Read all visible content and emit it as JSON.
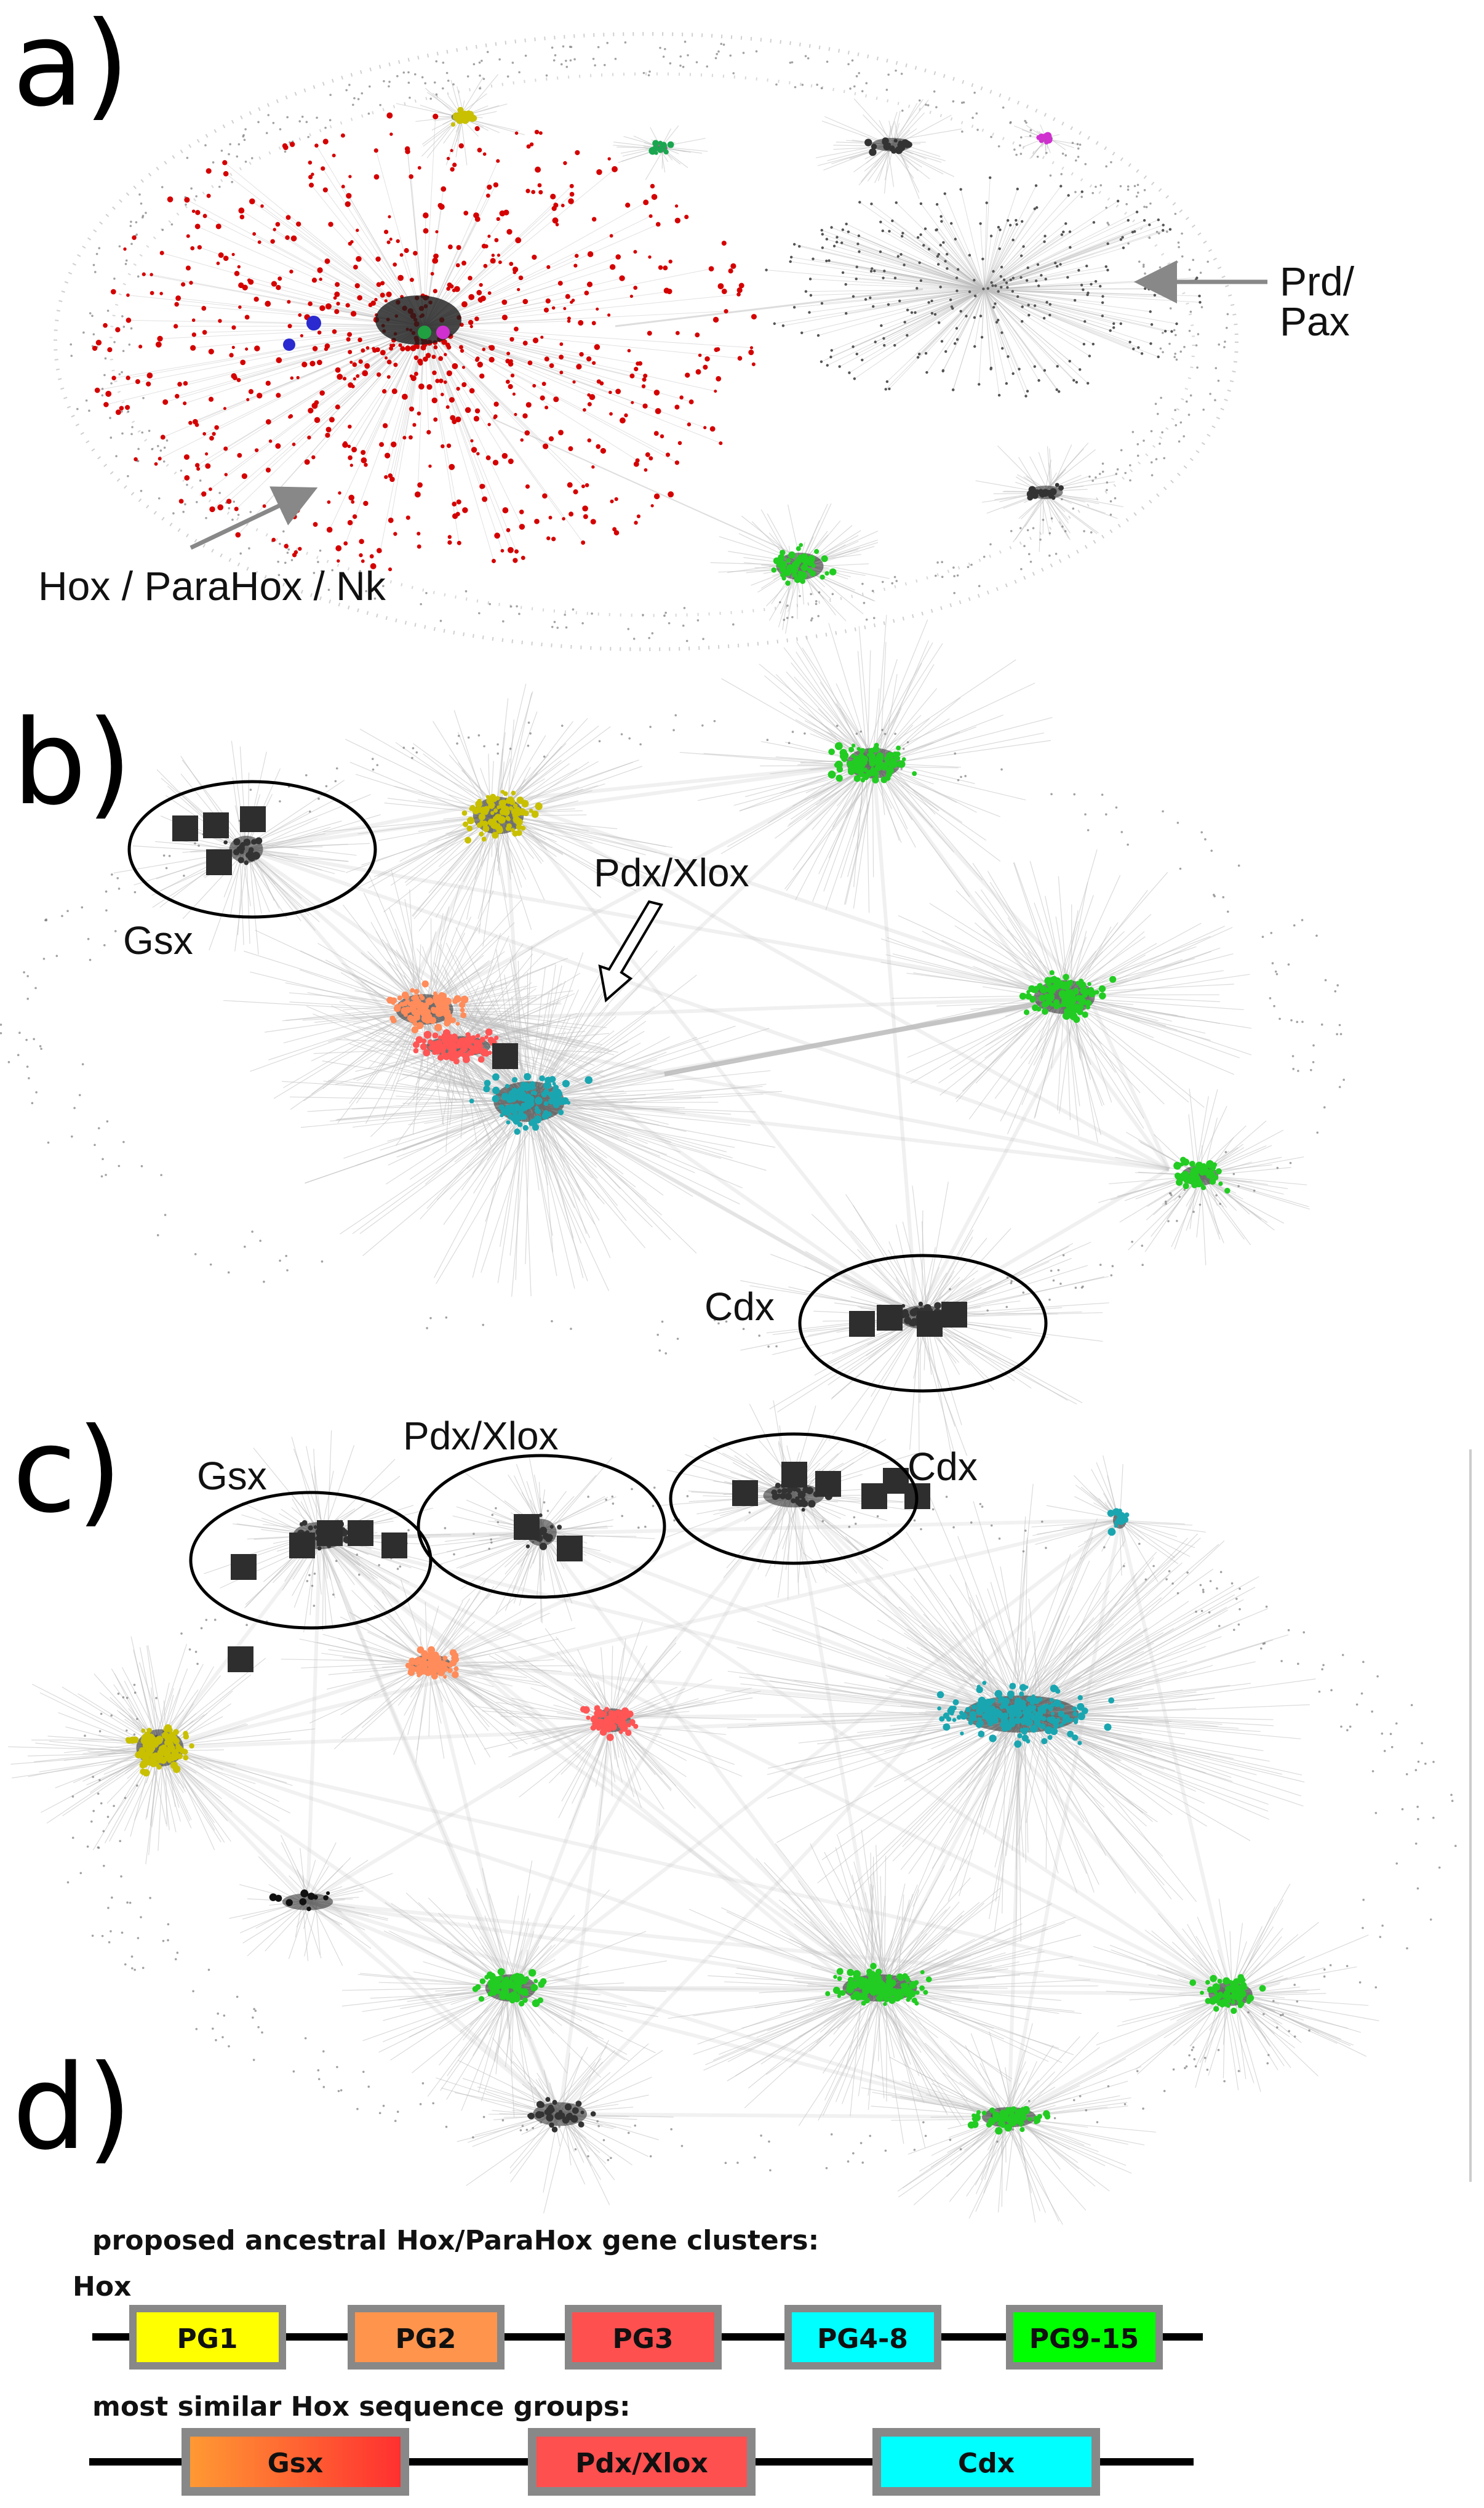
{
  "panels": {
    "a": {
      "letter": "a)",
      "labels": {
        "prd": "Prd/",
        "pax": "Pax",
        "hox": "Hox / ParaHox / Nk"
      }
    },
    "b": {
      "letter": "b)",
      "labels": {
        "gsx": "Gsx",
        "pdx": "Pdx/Xlox",
        "cdx": "Cdx"
      }
    },
    "c": {
      "letter": "c)",
      "labels": {
        "gsx": "Gsx",
        "pdx": "Pdx/Xlox",
        "cdx": "Cdx"
      }
    },
    "d": {
      "letter": "d)",
      "heading1": "proposed ancestral Hox/ParaHox gene clusters:",
      "subheading": "Hox",
      "hox_genes": [
        {
          "label": "PG1",
          "color": "#ffff00"
        },
        {
          "label": "PG2",
          "color": "#ff944d"
        },
        {
          "label": "PG3",
          "color": "#ff5050"
        },
        {
          "label": "PG4-8",
          "color": "#00ffff"
        },
        {
          "label": "PG9-15",
          "color": "#00ff00"
        }
      ],
      "heading2": "most similar Hox sequence groups:",
      "similar_genes": [
        {
          "label": "Gsx",
          "color_start": "#ff9933",
          "color_end": "#ff3333"
        },
        {
          "label": "Pdx/Xlox",
          "color": "#ff5050"
        },
        {
          "label": "Cdx",
          "color": "#00ffff"
        }
      ]
    }
  },
  "colors": {
    "hox_cluster": "#d40000",
    "gsx_cluster": "#ff8c5a",
    "pdx_cluster": "#ff5555",
    "cdx_cluster": "#1aa6b0",
    "pg9_cluster": "#22cc22",
    "pg1_cluster": "#c8c000",
    "edge_gray": "#bdbdbd",
    "node_dot": "#7a7a7a"
  }
}
